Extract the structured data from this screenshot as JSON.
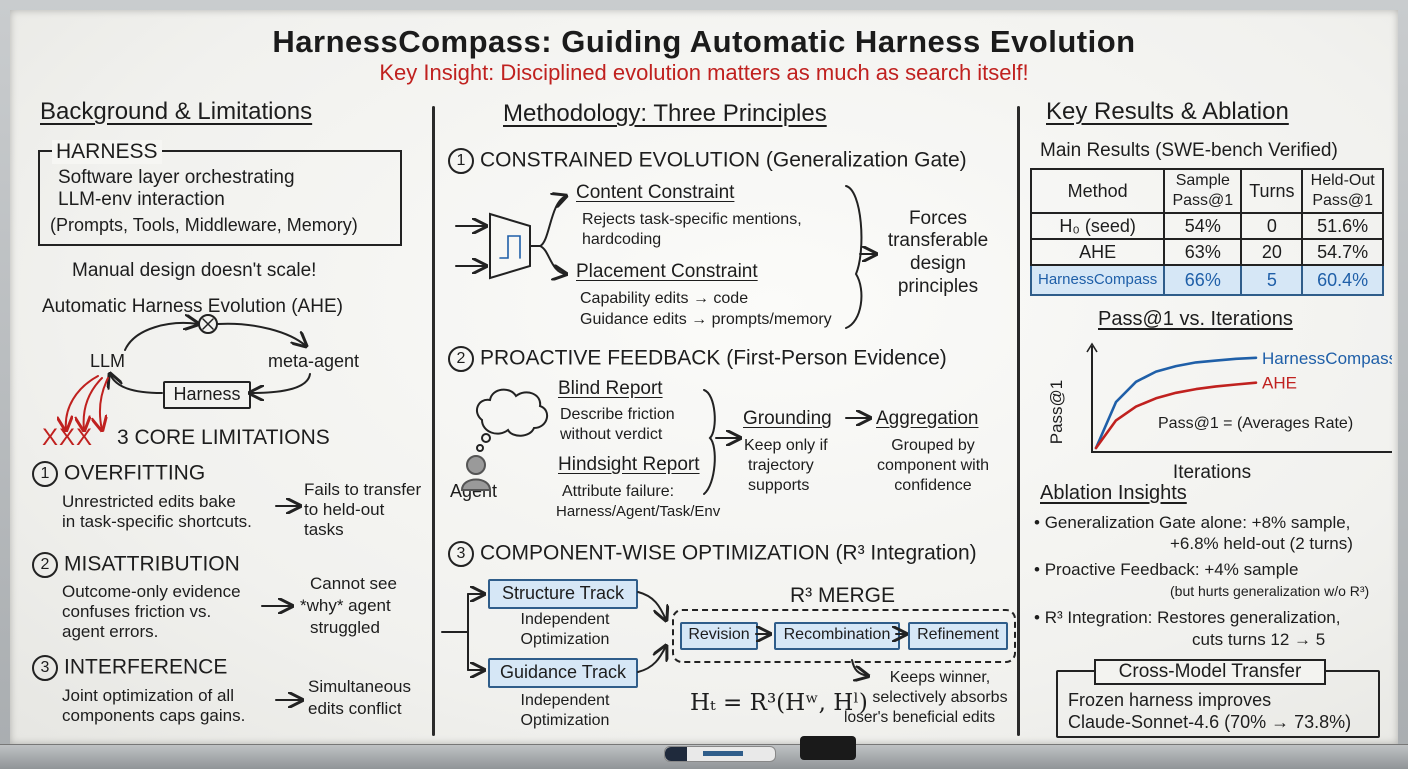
{
  "title": "HarnessCompass: Guiding Automatic Harness Evolution",
  "key_insight": "Key Insight: Disciplined evolution matters as much as search itself!",
  "left": {
    "heading": "Background & Limitations",
    "harness_label": "HARNESS",
    "harness_desc": [
      "Software layer orchestrating",
      "LLM-env interaction",
      "(Prompts, Tools, Middleware, Memory)"
    ],
    "manual": "Manual design doesn't scale!",
    "ahe": "Automatic Harness Evolution (AHE)",
    "llm": "LLM",
    "meta_agent": "meta-agent",
    "harness_node": "Harness",
    "xxx": "XXX",
    "core_limits": "3 CORE LIMITATIONS",
    "limits": [
      {
        "num": "1",
        "name": "OVERFITTING",
        "desc": [
          "Unrestricted edits bake",
          "in task-specific shortcuts."
        ],
        "effect": [
          "Fails to transfer",
          "to held-out",
          "tasks"
        ]
      },
      {
        "num": "2",
        "name": "MISATTRIBUTION",
        "desc": [
          "Outcome-only evidence",
          "confuses friction vs.",
          "agent errors."
        ],
        "effect": [
          "Cannot see",
          "*why* agent",
          "struggled"
        ]
      },
      {
        "num": "3",
        "name": "INTERFERENCE",
        "desc": [
          "Joint optimization of all",
          "components caps gains."
        ],
        "effect": [
          "Simultaneous",
          "edits conflict"
        ]
      }
    ]
  },
  "middle": {
    "heading": "Methodology: Three Principles",
    "p1_title": "CONSTRAINED EVOLUTION (Generalization Gate)",
    "p1_num": "1",
    "content_constraint": "Content Constraint",
    "content_desc": [
      "Rejects task-specific mentions,",
      "hardcoding"
    ],
    "placement_constraint": "Placement Constraint",
    "placement_desc": [
      "Capability edits → code",
      "Guidance edits → prompts/memory"
    ],
    "forces": [
      "Forces",
      "transferable",
      "design",
      "principles"
    ],
    "p2_title": "PROACTIVE FEEDBACK (First-Person Evidence)",
    "p2_num": "2",
    "agent": "Agent",
    "blind_report": "Blind Report",
    "blind_desc": [
      "Describe friction",
      "without verdict"
    ],
    "hindsight_report": "Hindsight Report",
    "hindsight_desc": [
      "Attribute failure:",
      "Harness/Agent/Task/Env"
    ],
    "grounding": "Grounding",
    "grounding_desc": [
      "Keep only if",
      "trajectory",
      "supports"
    ],
    "aggregation": "Aggregation",
    "aggregation_desc": [
      "Grouped by",
      "component with",
      "confidence"
    ],
    "p3_title": "COMPONENT-WISE OPTIMIZATION (R³ Integration)",
    "p3_num": "3",
    "structure_track": "Structure Track",
    "guidance_track": "Guidance Track",
    "indep_opt": [
      "Independent",
      "Optimization"
    ],
    "r3_merge": "R³ MERGE",
    "revision": "Revision",
    "recombination": "Recombination",
    "refinement": "Refinement",
    "formula": "Hₜ = R³(Hʷ, Hˡ)",
    "keeps": [
      "Keeps winner,",
      "selectively absorbs",
      "loser's beneficial edits"
    ]
  },
  "right": {
    "heading": "Key Results & Ablation",
    "table_title": "Main Results (SWE-bench Verified)",
    "columns": [
      "Method",
      "Sample Pass@1",
      "Turns",
      "Held-Out Pass@1"
    ],
    "rows": [
      [
        "H₀ (seed)",
        "54%",
        "0",
        "51.6%"
      ],
      [
        "AHE",
        "63%",
        "20",
        "54.7%"
      ],
      [
        "HarnessCompass",
        "66%",
        "5",
        "60.4%"
      ]
    ],
    "plot_title": "Pass@1 vs. Iterations",
    "ablation_title": "Ablation Insights",
    "ablations": [
      [
        "Generalization Gate alone: +8% sample,",
        "+6.8% held-out (2 turns)"
      ],
      [
        "Proactive Feedback: +4% sample",
        "(but hurts generalization w/o R³)"
      ],
      [
        "R³ Integration: Restores generalization,",
        "cuts turns 12 → 5"
      ]
    ],
    "transfer_title": "Cross-Model Transfer",
    "transfer_desc": [
      "Frozen harness improves",
      "Claude-Sonnet-4.6 (70% → 73.8%)"
    ]
  },
  "chart_data": {
    "type": "line",
    "title": "Pass@1 vs. Iterations",
    "xlabel": "Iterations",
    "ylabel": "Pass@1",
    "annotation": "Pass@1 = (Averages Rate)",
    "series": [
      {
        "name": "HarnessCompass",
        "color": "#1f5fa8",
        "values": [
          0.0,
          0.5,
          0.72,
          0.83,
          0.89,
          0.93,
          0.95,
          0.97,
          0.98
        ]
      },
      {
        "name": "AHE",
        "color": "#c0211f",
        "values": [
          0.0,
          0.3,
          0.45,
          0.54,
          0.6,
          0.64,
          0.67,
          0.69,
          0.71
        ]
      }
    ],
    "grid": false,
    "legend": "right-of-lines"
  },
  "colors": {
    "red": "#c0211f",
    "blue": "#1f5fa8",
    "highlight": "#d6e7f6"
  }
}
